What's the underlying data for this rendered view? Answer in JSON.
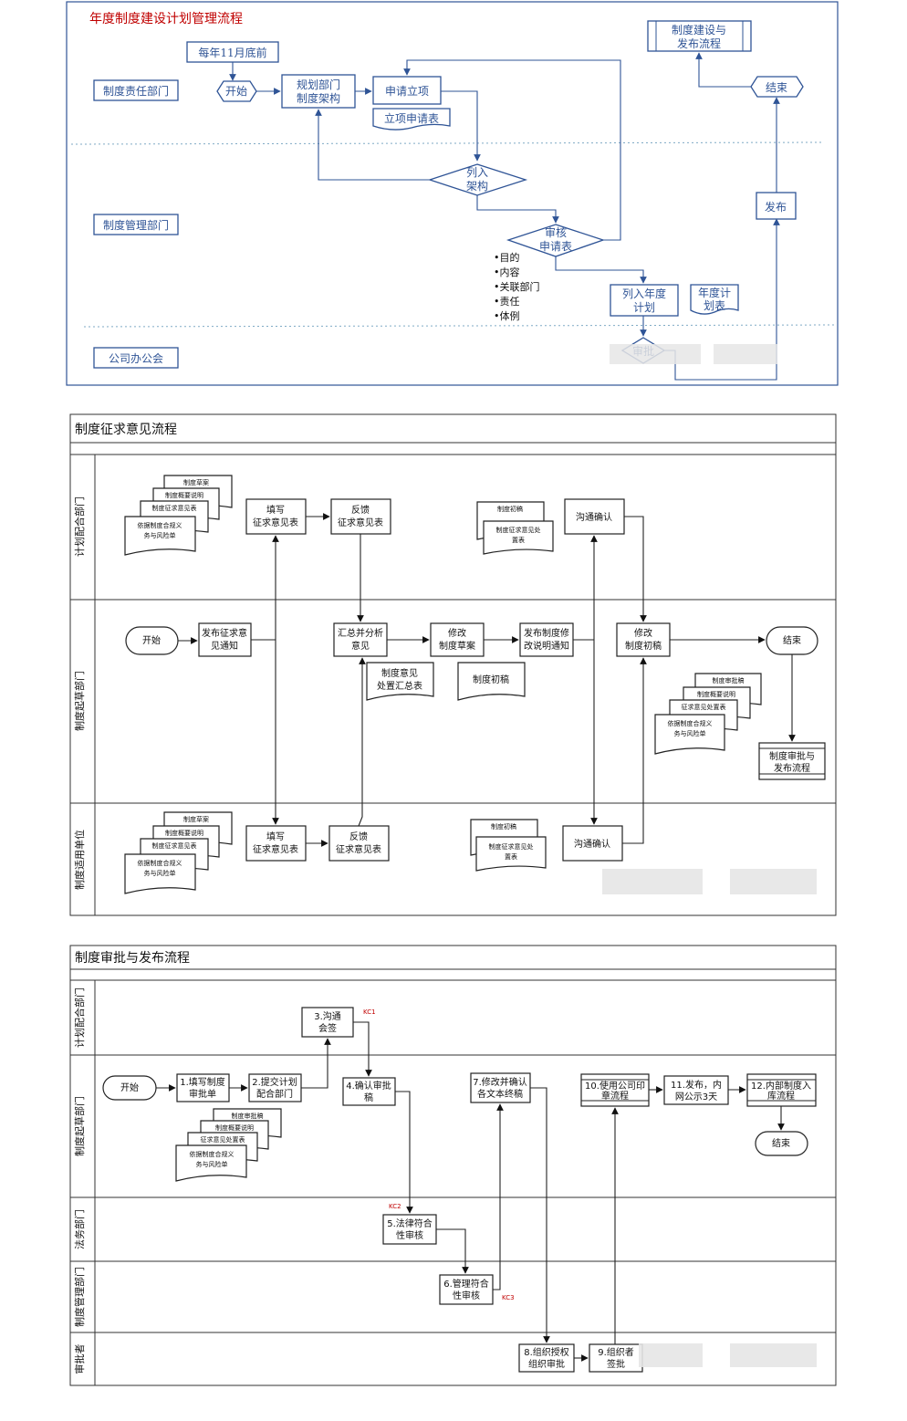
{
  "colors": {
    "panel1_text": "#2f5496",
    "panel1_title": "#c00000",
    "kc": "#c00000"
  },
  "panel1": {
    "title": "年度制度建设计划管理流程",
    "lanes": [
      "制度责任部门",
      "制度管理部门",
      "公司办公会"
    ],
    "timing": "每年11月底前",
    "start": "开始",
    "plan_dept": [
      "规划部门",
      "制度架构"
    ],
    "apply": "申请立项",
    "apply_form": "立项申请表",
    "include_arch": [
      "列入",
      "架构"
    ],
    "review_form": [
      "审核",
      "申请表"
    ],
    "criteria": [
      "•目的",
      "•内容",
      "•关联部门",
      "•责任",
      "•体例"
    ],
    "annual_plan": [
      "列入年度",
      "计划"
    ],
    "annual_table": [
      "年度计",
      "划表"
    ],
    "review": "审批",
    "publish": "发布",
    "end": "结束",
    "next_flow": [
      "制度建设与",
      "发布流程"
    ]
  },
  "panel2": {
    "title": "制度征求意见流程",
    "lanes": [
      "计划配合部门",
      "制度起草部门",
      "制度适用单位"
    ],
    "doc_stack": [
      "制度草案",
      "制度概要说明",
      "制度征求意见表",
      "依据制度合规义",
      "务与风险单"
    ],
    "fill_form": [
      "填写",
      "征求意见表"
    ],
    "feedback": [
      "反馈",
      "征求意见表"
    ],
    "first_draft_docs": [
      "制度初稿",
      "制度征求意见处",
      "置表"
    ],
    "communicate": "沟通确认",
    "start": "开始",
    "publish_notice": [
      "发布征求意",
      "见通知"
    ],
    "summarize": [
      "汇总并分析",
      "意见"
    ],
    "revise_draft": [
      "修改",
      "制度草案"
    ],
    "revise_notice": [
      "发布制度修",
      "改说明通知"
    ],
    "revise_first": [
      "修改",
      "制度初稿"
    ],
    "end": "结束",
    "summary_table": [
      "制度意见",
      "处置汇总表"
    ],
    "first_draft": "制度初稿",
    "final_stack": [
      "制度审批稿",
      "制度概要说明",
      "征求意见处置表",
      "依据制度合规义",
      "务与风险单"
    ],
    "next_flow": [
      "制度审批与",
      "发布流程"
    ]
  },
  "panel3": {
    "title": "制度审批与发布流程",
    "lanes": [
      "计划配合部门",
      "制度起草部门",
      "法务部门",
      "制度管理部门",
      "审批者"
    ],
    "s3": [
      "3.沟通",
      "会签"
    ],
    "start": "开始",
    "s1": [
      "1.填写制度",
      "审批单"
    ],
    "s2": [
      "2.提交计划",
      "配合部门"
    ],
    "s4": [
      "4.确认审批",
      "稿"
    ],
    "s7": [
      "7.修改并确认",
      "各文本终稿"
    ],
    "s10": [
      "10.使用公司印",
      "章流程"
    ],
    "s11": [
      "11.发布，内",
      "网公示3天"
    ],
    "s12": [
      "12.内部制度入",
      "库流程"
    ],
    "end": "结束",
    "doc_stack": [
      "制度审批稿",
      "制度概要说明",
      "征求意见处置表",
      "依据制度合规义",
      "务与风险单"
    ],
    "s5": [
      "5.法律符合",
      "性审核"
    ],
    "s6": [
      "6.管理符合",
      "性审核"
    ],
    "s8": [
      "8.组织授权",
      "组织审批"
    ],
    "s9": [
      "9.组织者",
      "签批"
    ],
    "kc": [
      "KC1",
      "KC2",
      "KC3"
    ]
  }
}
